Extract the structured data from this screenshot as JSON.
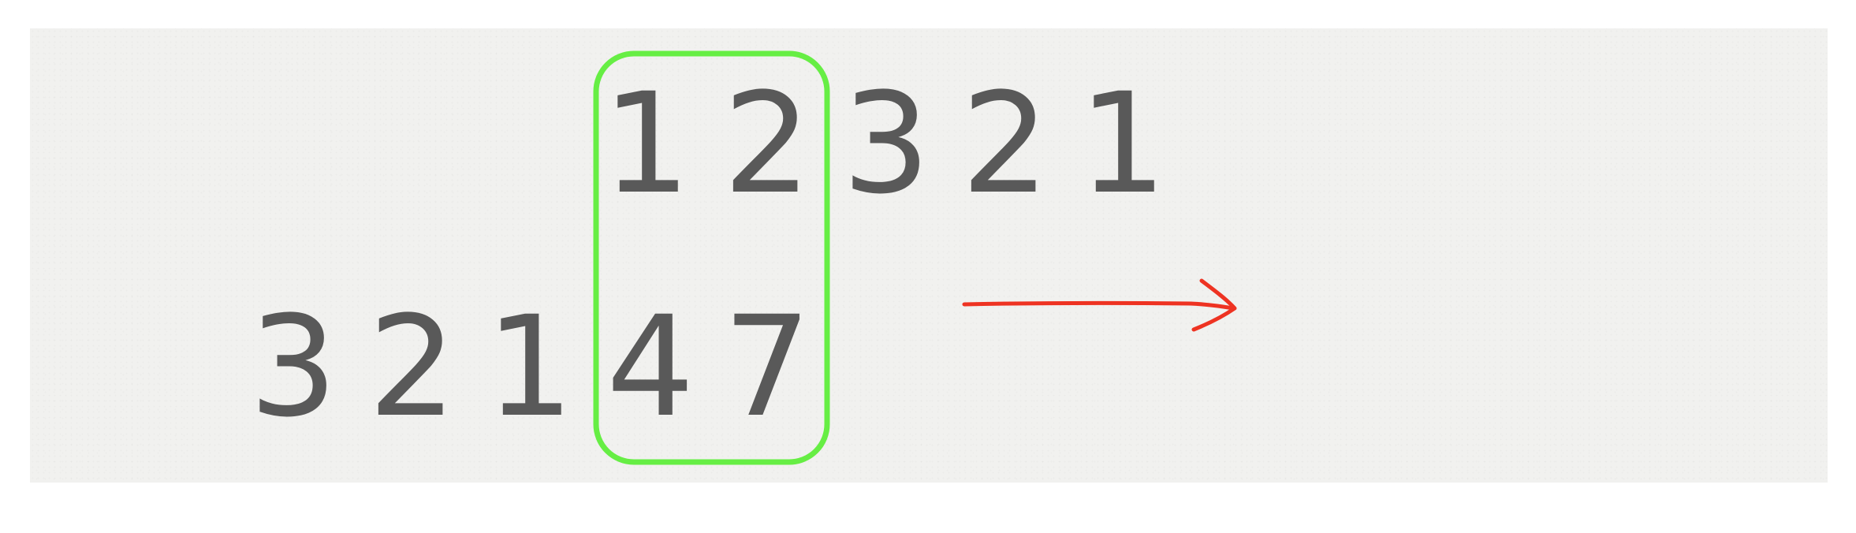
{
  "top_row": {
    "highlighted": [
      "1",
      "2"
    ],
    "rest": [
      "3",
      "2",
      "1"
    ]
  },
  "bottom_row": {
    "rest": [
      "3",
      "2",
      "1"
    ],
    "highlighted": [
      "4",
      "7"
    ]
  },
  "colors": {
    "background": "#f1f1ef",
    "digits": "#595959",
    "highlight_box": "#66ee44",
    "arrow": "#ee3322"
  }
}
